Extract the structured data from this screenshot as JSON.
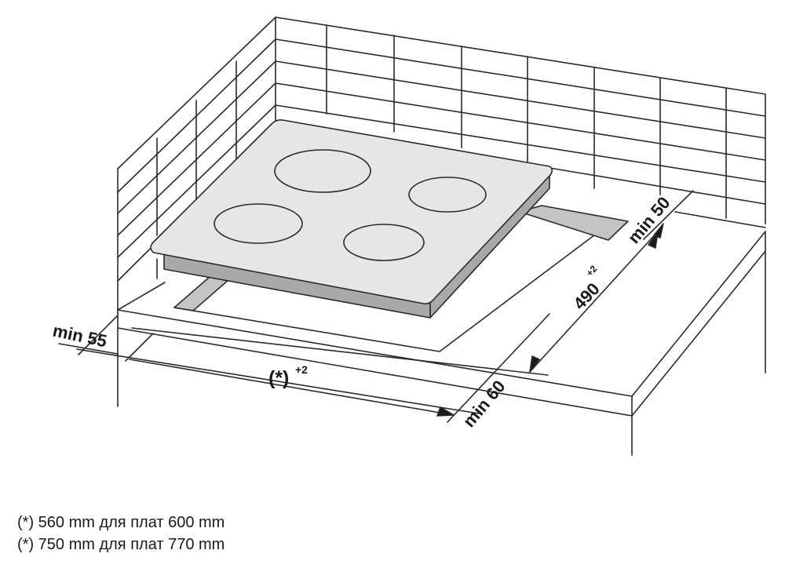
{
  "dimensions": {
    "min_left": "min 55",
    "width_formula": "(*)",
    "width_tolerance": "+2",
    "depth": "490",
    "depth_tolerance": "+2",
    "min_front": "min 60",
    "min_back": "min 50"
  },
  "notes": [
    "(*) 560 mm для плат 600 mm",
    "(*) 750 mm для плат 770 mm"
  ],
  "colors": {
    "line": "#2a2a2a",
    "hob_top": "#e6e6e6",
    "hob_side": "#a9a9a9",
    "cutout": "#c4c4c4"
  }
}
